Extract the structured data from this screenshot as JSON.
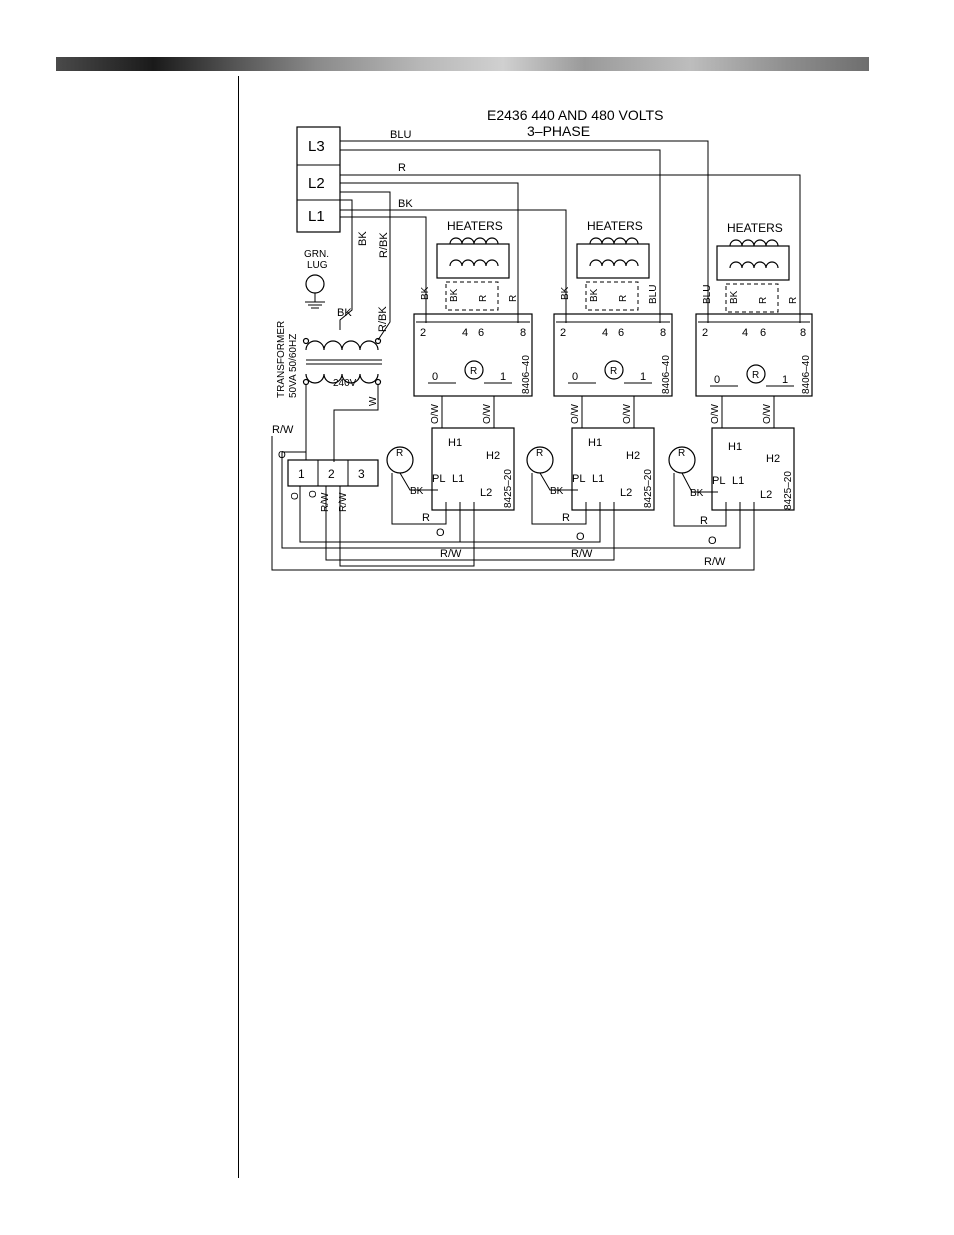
{
  "diagram": {
    "title_line1": "E2436  440 AND 480 VOLTS",
    "title_line2": "3–PHASE",
    "terminals": {
      "l3": "L3",
      "l2": "L2",
      "l1": "L1"
    },
    "wire_labels": {
      "blu": "BLU",
      "r": "R",
      "bk": "BK",
      "rbk": "R/BK",
      "rw": "R/W",
      "o": "O",
      "ow": "O/W",
      "w": "W"
    },
    "ground": {
      "line1": "GRN.",
      "line2": "LUG"
    },
    "transformer": {
      "line1": "TRANSFORMER",
      "line2": "50VA 50/60HZ",
      "secondary": "240V"
    },
    "terminal_block": [
      "1",
      "2",
      "3"
    ],
    "heaters_label": "HEATERS",
    "relay_part": "8406–40",
    "relay_pins": [
      "2",
      "4",
      "6",
      "8"
    ],
    "relay_coil_pins": [
      "0",
      "1"
    ],
    "relay_coil": "R",
    "thermostat_part": "8425–20",
    "thermostat_pins": {
      "h1": "H1",
      "h2": "H2",
      "pl": "PL",
      "l1": "L1",
      "l2": "L2"
    },
    "pilot_light": "R"
  }
}
